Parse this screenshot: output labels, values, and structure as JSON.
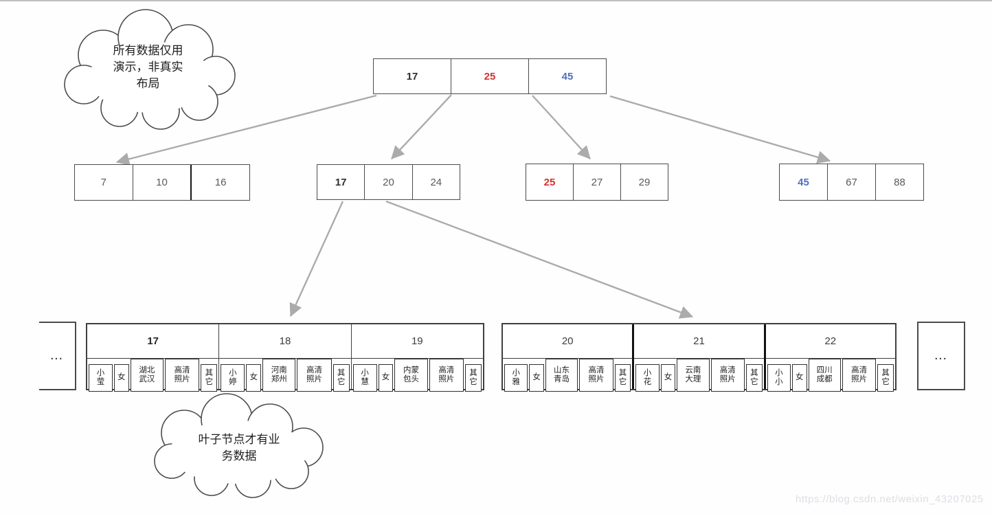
{
  "colors": {
    "key_black": "#2f2f2f",
    "key_red": "#d5312d",
    "key_blue": "#4f6fbf",
    "arrow_gray": "#ababab",
    "border_dark": "#3f3f3f"
  },
  "annotations": {
    "top_cloud": "所有数据仅用\n演示，非真实\n布局",
    "bottom_cloud": "叶子节点才有业\n务数据",
    "watermark": "https://blog.csdn.net/weixin_43207025"
  },
  "tree": {
    "ellipsis": "...",
    "root": {
      "keys": [
        "17",
        "25",
        "45"
      ]
    },
    "level2": [
      {
        "keys": [
          "7",
          "10",
          "16"
        ]
      },
      {
        "keys": [
          "17",
          "20",
          "24"
        ]
      },
      {
        "keys": [
          "25",
          "27",
          "29"
        ]
      },
      {
        "keys": [
          "45",
          "67",
          "88"
        ]
      }
    ],
    "leaf_blocks": [
      {
        "sections": [
          {
            "key": "17",
            "record": [
              "小\n莹",
              "女",
              "湖北\n武汉",
              "高清\n照片",
              "其\n它"
            ]
          },
          {
            "key": "18",
            "record": [
              "小\n婷",
              "女",
              "河南\n郑州",
              "高清\n照片",
              "其\n它"
            ]
          },
          {
            "key": "19",
            "record": [
              "小\n慧",
              "女",
              "内蒙\n包头",
              "高清\n照片",
              "其\n它"
            ]
          }
        ]
      },
      {
        "sections": [
          {
            "key": "20",
            "record": [
              "小\n雅",
              "女",
              "山东\n青岛",
              "高清\n照片",
              "其\n它"
            ]
          },
          {
            "key": "21",
            "record": [
              "小\n花",
              "女",
              "云南\n大理",
              "高清\n照片",
              "其\n它"
            ]
          },
          {
            "key": "22",
            "record": [
              "小\n小",
              "女",
              "四川\n成都",
              "高清\n照片",
              "其\n它"
            ]
          }
        ]
      }
    ]
  }
}
